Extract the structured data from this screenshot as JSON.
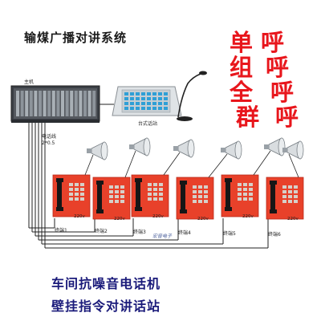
{
  "title": "输煤广播对讲系统",
  "call_modes": [
    {
      "line": "单组全群",
      "chars": [
        "单",
        "组",
        "全",
        "群"
      ]
    },
    {
      "line": "呼呼呼呼",
      "chars": [
        "呼",
        "呼",
        "呼",
        "呼"
      ]
    }
  ],
  "host": {
    "label": "主机"
  },
  "desk_station": {
    "label": "台式话站"
  },
  "cable": {
    "label_line1": "电话线",
    "label_line2": "2*0.5"
  },
  "voltage_label": "220v",
  "terminals": [
    {
      "label": "终端1"
    },
    {
      "label": "终端2"
    },
    {
      "label": "终端3"
    },
    {
      "label": "终端4"
    },
    {
      "label": "终端5"
    },
    {
      "label": "终端6"
    }
  ],
  "watermark": "宏音电子",
  "bottom_lines": [
    "车间抗噪音电话机",
    "壁挂指令对讲话站"
  ],
  "colors": {
    "accent": "#e8161c",
    "phone_body": "#e8412a",
    "navy_text": "#1a1a7a",
    "wire": "#222222"
  }
}
